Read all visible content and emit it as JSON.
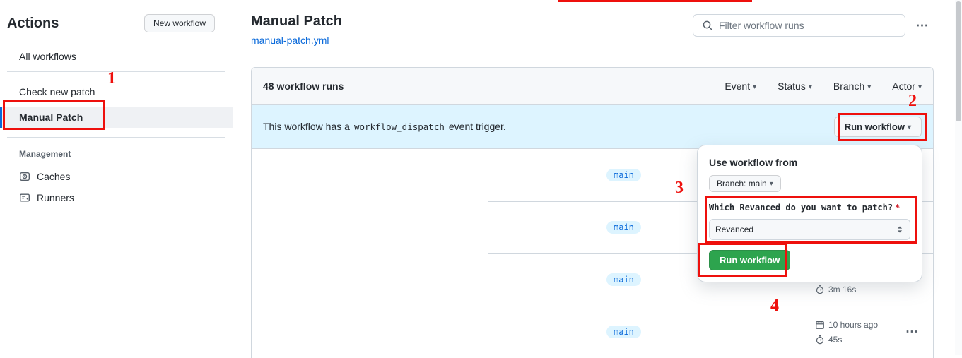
{
  "sidebar": {
    "title": "Actions",
    "new_workflow_button": "New workflow",
    "all_workflows_label": "All workflows",
    "workflow_items": [
      {
        "label": "Check new patch"
      },
      {
        "label": "Manual Patch"
      }
    ],
    "management_title": "Management",
    "management_items": [
      {
        "label": "Caches"
      },
      {
        "label": "Runners"
      }
    ]
  },
  "header": {
    "title": "Manual Patch",
    "file_link": "manual-patch.yml",
    "filter_placeholder": "Filter workflow runs"
  },
  "table": {
    "runs_count": "48 workflow runs",
    "filters": [
      {
        "label": "Event"
      },
      {
        "label": "Status"
      },
      {
        "label": "Branch"
      },
      {
        "label": "Actor"
      }
    ],
    "banner": {
      "prefix": "This workflow has a",
      "code": "workflow_dispatch",
      "suffix": "event trigger.",
      "button": "Run workflow"
    },
    "rows": [
      {
        "branch": "main"
      },
      {
        "branch": "main"
      },
      {
        "branch": "main",
        "duration": "3m 16s"
      },
      {
        "branch": "main",
        "date": "10 hours ago",
        "duration": "45s"
      }
    ]
  },
  "popup": {
    "title": "Use workflow from",
    "branch_button": "Branch: main",
    "input_label": "Which Revanced do you want to patch?",
    "required": "*",
    "select_value": "Revanced",
    "run_button": "Run workflow"
  },
  "annotations": {
    "colors": {
      "red": "#ee100d"
    },
    "n1": "1",
    "n2": "2",
    "n3": "3",
    "n4": "4"
  }
}
